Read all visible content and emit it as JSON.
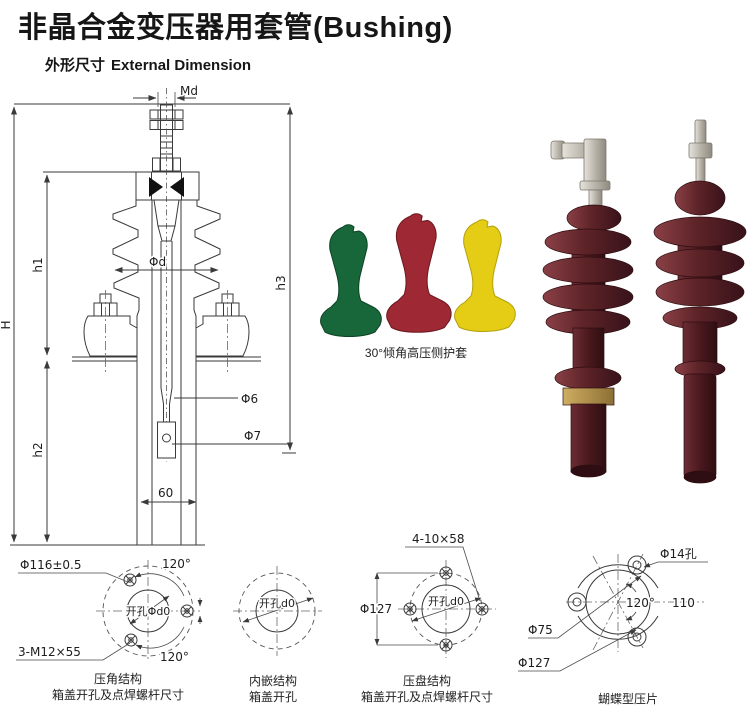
{
  "page": {
    "title": "非晶合金变压器用套管(Bushing)",
    "subtitle_zh": "外形尺寸",
    "subtitle_en": "External Dimension"
  },
  "main": {
    "dims": {
      "md": "Md",
      "H": "H",
      "h1": "h1",
      "h2": "h2",
      "h3": "h3",
      "phi_d": "Φd",
      "phi6": "Φ6",
      "phi7": "Φ7",
      "d60": "60"
    }
  },
  "covers": {
    "caption": "30°倾角高压侧护套",
    "colors": {
      "green": "#17673a",
      "red": "#9e2833",
      "yellow": "#e4cd14"
    }
  },
  "photos": {
    "body_color": "#5e2428",
    "items": [
      "elbow-terminal bushing",
      "straight-terminal bushing"
    ]
  },
  "flanges": [
    {
      "caption1": "压角结构",
      "caption2": "箱盖开孔及点焊螺杆尺寸",
      "labels": {
        "dia": "Φ116±0.5",
        "angle_top": "120°",
        "hole": "开孔Φd0",
        "bolt": "3-M12×55",
        "angle_bottom": "120°"
      }
    },
    {
      "caption1": "内嵌结构",
      "caption2": "箱盖开孔",
      "labels": {
        "hole": "开孔d0"
      }
    },
    {
      "caption1": "压盘结构",
      "caption2": "箱盖开孔及点焊螺杆尺寸",
      "labels": {
        "bolt": "4-10×58",
        "dia": "Φ127",
        "hole": "开孔d0"
      }
    },
    {
      "caption1": "蝴蝶型压片",
      "labels": {
        "hole_dia": "Φ14孔",
        "angle": "120°",
        "dist": "110",
        "d75": "Φ75",
        "d127": "Φ127"
      }
    }
  ]
}
